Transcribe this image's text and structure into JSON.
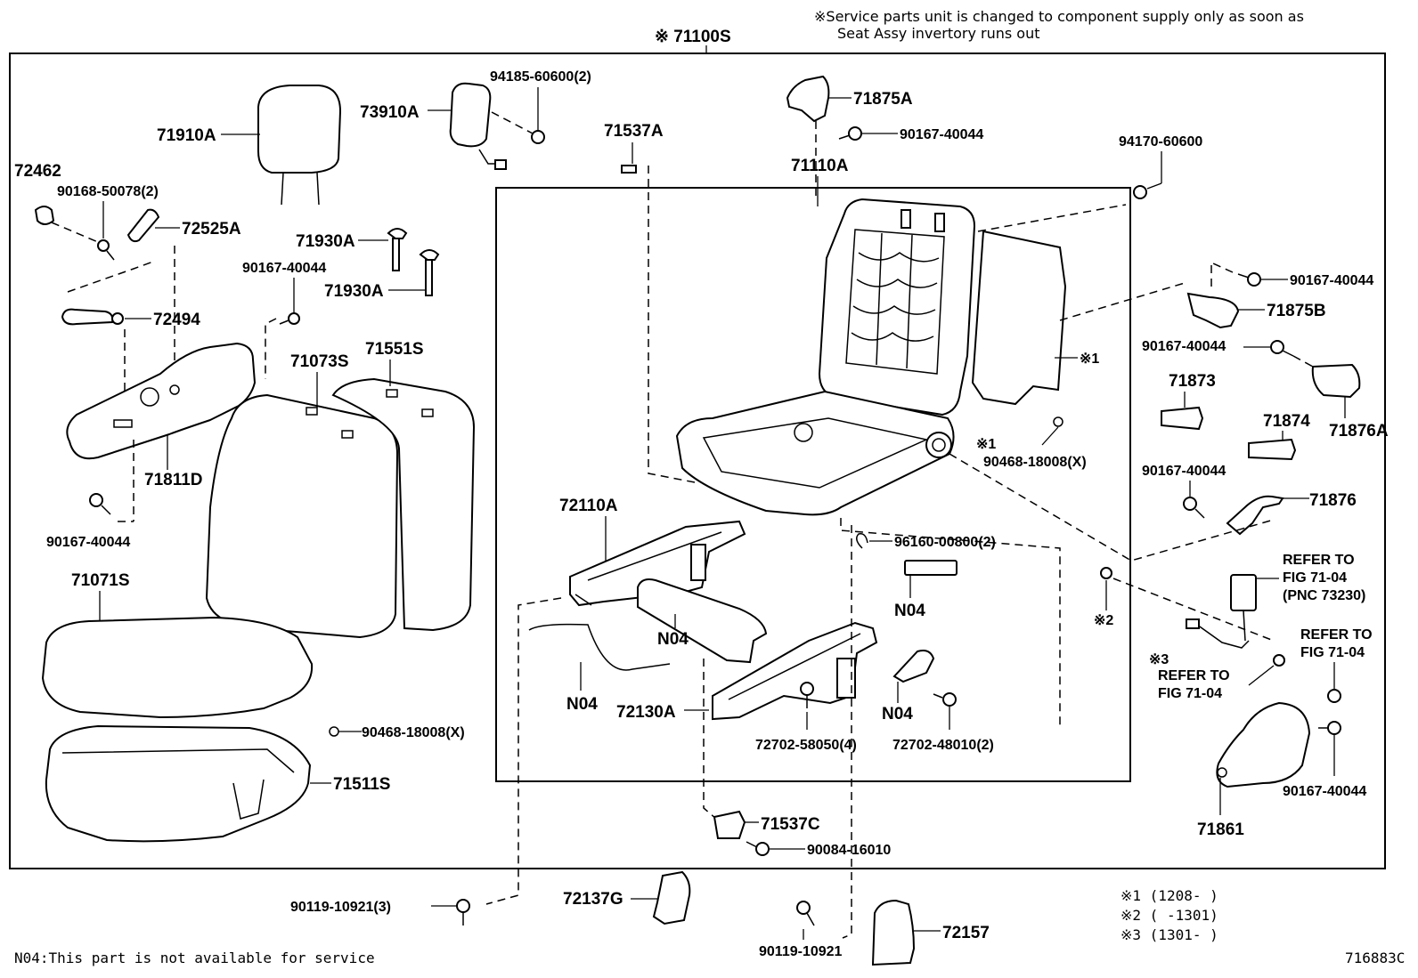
{
  "header": {
    "note_line1": "※Service parts unit is changed to component supply only as soon as",
    "note_line2": "Seat Assy invertory runs out",
    "assembly_label": "※ 71100S"
  },
  "parts": {
    "p71910A": "71910A",
    "p72462": "72462",
    "p90168": "90168-50078(2)",
    "p72525A": "72525A",
    "p71930A_1": "71930A",
    "p71930A_2": "71930A",
    "p90167_a": "90167-40044",
    "p72494": "72494",
    "p71073S": "71073S",
    "p71551S": "71551S",
    "p71811D": "71811D",
    "p90167_b": "90167-40044",
    "p71071S": "71071S",
    "p90468_a": "90468-18008(X)",
    "p71511S": "71511S",
    "p73910A": "73910A",
    "p94185": "94185-60600(2)",
    "p71537A": "71537A",
    "p71875A": "71875A",
    "p90167_c": "90167-40044",
    "p71110A": "71110A",
    "p94170": "94170-60600",
    "p90167_d": "90167-40044",
    "p71875B": "71875B",
    "p90167_e": "90167-40044",
    "p71873": "71873",
    "p71874": "71874",
    "p71876A": "71876A",
    "p90167_f": "90167-40044",
    "p71876": "71876",
    "mark1_a": "※1",
    "mark1_b": "※1",
    "p90468_b": "90468-18008(X)",
    "p72110A": "72110A",
    "p96160": "96160-00800(2)",
    "n04_a": "N04",
    "n04_b": "N04",
    "n04_c": "N04",
    "n04_d": "N04",
    "p72130A": "72130A",
    "p72702_a": "72702-58050(4)",
    "p72702_b": "72702-48010(2)",
    "mark2": "※2",
    "refer1_l1": "REFER TO",
    "refer1_l2": "FIG 71-04",
    "refer1_l3": "(PNC 73230)",
    "refer2_l1": "REFER TO",
    "refer2_l2": "FIG 71-04",
    "mark3": "※3",
    "refer3_l1": "REFER TO",
    "refer3_l2": "FIG 71-04",
    "p90167_g": "90167-40044",
    "p71861": "71861",
    "p71537C": "71537C",
    "p90084": "90084-16010",
    "p90119_a": "90119-10921(3)",
    "p72137G": "72137G",
    "p90119_b": "90119-10921",
    "p72157": "72157"
  },
  "legend": {
    "row1": "※1 (1208-     )",
    "row2": "※2 (     -1301)",
    "row3": "※3 (1301-     )"
  },
  "footer": {
    "n04_note": "N04:This part is not available for service",
    "figure_id": "716883C"
  }
}
